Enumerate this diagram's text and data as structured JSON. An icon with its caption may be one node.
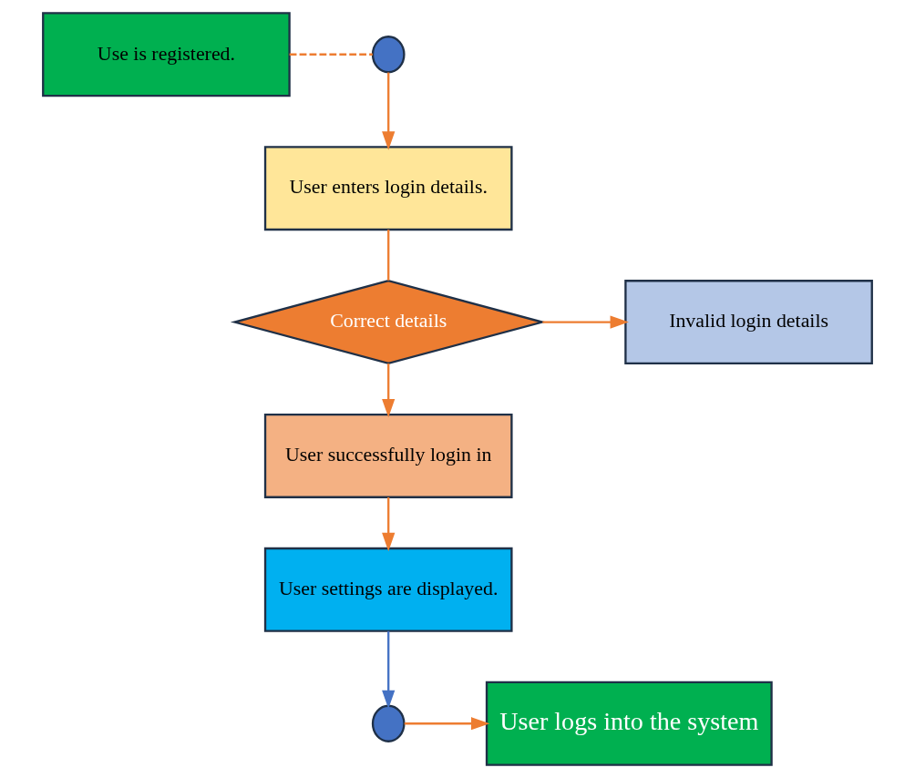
{
  "diagram": {
    "nodes": [
      {
        "text": [
          "Use is registered."
        ]
      },
      {
        "text": [],
        "shape": "circle"
      },
      {
        "text": [
          "User enters login details."
        ]
      },
      {
        "text": [
          "Correct details"
        ]
      },
      {
        "text": [
          "Invalid login details"
        ]
      },
      {
        "text": [
          "User successfully login in"
        ]
      },
      {
        "text": [
          "User settings are displayed."
        ]
      },
      {
        "text": [],
        "shape": "circle"
      },
      {
        "text": [
          "User logs into the system"
        ]
      }
    ],
    "edges": [
      {
        "from": 0,
        "to": 1,
        "arrow": "none",
        "style": "dashed"
      },
      {
        "from": 1,
        "to": 2,
        "arrow": "to"
      },
      {
        "from": 2,
        "to": 3,
        "arrow": "none"
      },
      {
        "from": 3,
        "to": 4,
        "arrow": "to"
      },
      {
        "from": 3,
        "to": 5,
        "arrow": "to"
      },
      {
        "from": 5,
        "to": 6,
        "arrow": "to"
      },
      {
        "from": 6,
        "to": 7,
        "arrow": "to",
        "color": "#4472c4"
      },
      {
        "from": 7,
        "to": 8,
        "arrow": "to"
      }
    ]
  }
}
